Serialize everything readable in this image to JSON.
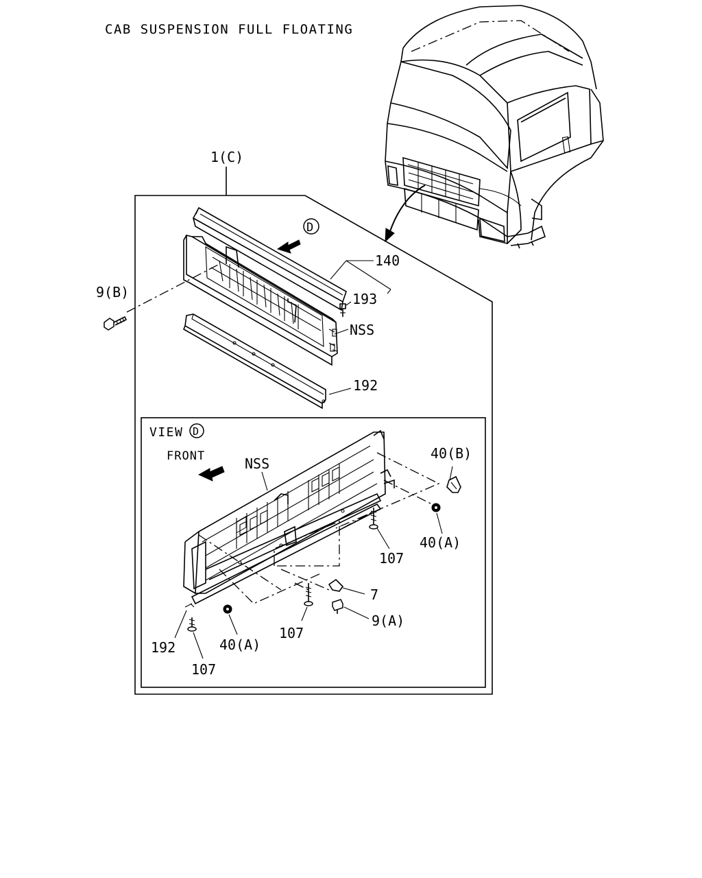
{
  "title": "CAB SUSPENSION FULL FLOATING",
  "callouts": {
    "assembly": "1(C)",
    "upper_bar": "140",
    "clip_upper": "193",
    "grille_main": "NSS",
    "bolt_left": "9(B)",
    "lower_bar": "192",
    "view_marker": "D"
  },
  "inset": {
    "view_label": "VIEW",
    "view_marker": "D",
    "front_label": "FRONT",
    "grille": "NSS",
    "clip_b": "40(B)",
    "nut_right": "40(A)",
    "screw_right": "107",
    "nut_7": "7",
    "bolt_a": "9(A)",
    "screw_center": "107",
    "lower_bar": "192",
    "nut_left": "40(A)",
    "screw_left": "107"
  }
}
